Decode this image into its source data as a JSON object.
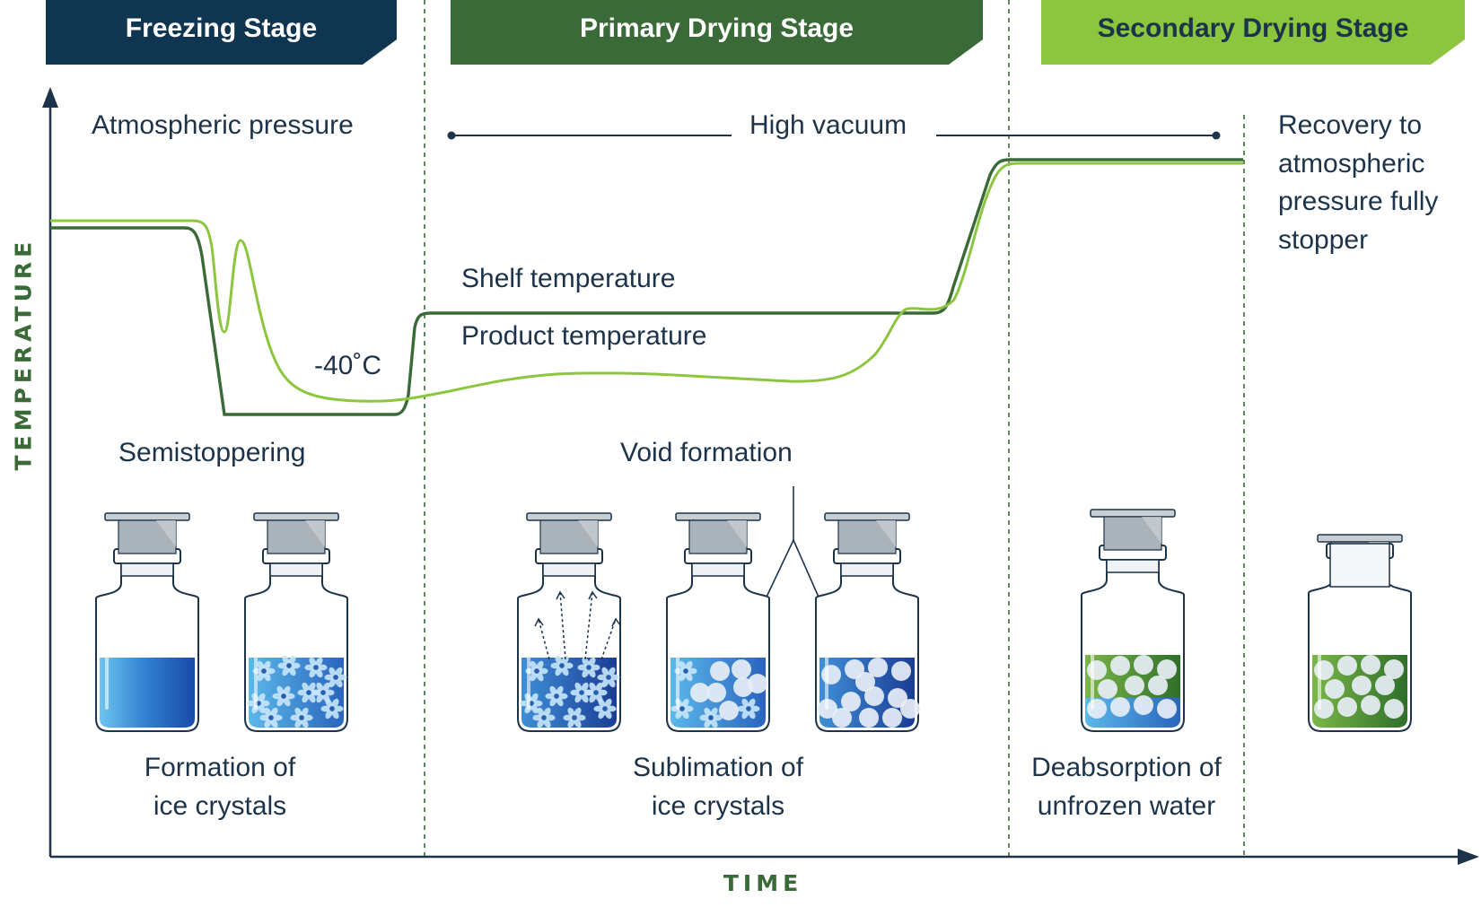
{
  "stages": [
    {
      "label": "Freezing Stage",
      "color": "#0f3550",
      "text_color": "#ffffff"
    },
    {
      "label": "Primary Drying Stage",
      "color": "#3a6a37",
      "text_color": "#ffffff"
    },
    {
      "label": "Secondary Drying Stage",
      "color": "#8cc63f",
      "text_color": "#1c3349"
    }
  ],
  "axes": {
    "y_title": "TEMPERATURE",
    "x_title": "TIME"
  },
  "labels": {
    "atmospheric": "Atmospheric pressure",
    "high_vacuum": "High vacuum",
    "recovery": [
      "Recovery to",
      "atmospheric",
      "pressure fully",
      "stopper"
    ],
    "shelf": "Shelf temperature",
    "product": "Product temperature",
    "temp": "-40˚C",
    "semistoppering": "Semistoppering",
    "void": "Void formation",
    "formation": [
      "Formation of",
      "ice crystals"
    ],
    "sublimation": [
      "Sublimation of",
      "ice crystals"
    ],
    "deabsorption": [
      "Deabsorption of",
      "unfrozen water"
    ]
  },
  "colors": {
    "shelf_line": "#3a6a37",
    "product_line": "#8cc63f",
    "axis": "#1c3349",
    "liquid_blue": "#2f6fc0",
    "liquid_green": "#4f8f2f"
  }
}
